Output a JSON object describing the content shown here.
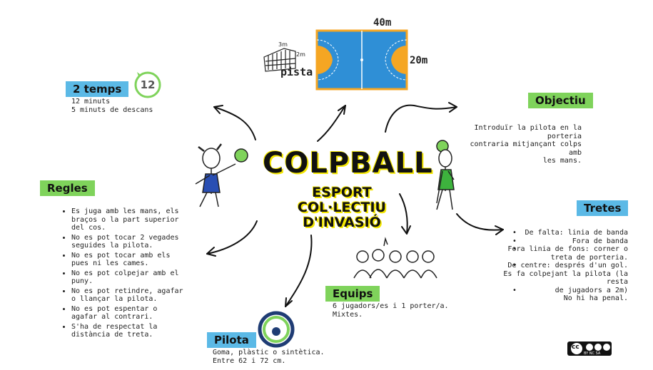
{
  "title": "COLPBALL",
  "subtitle_lines": [
    "ESPORT",
    "COL·LECTIU",
    "D'INVASIÓ"
  ],
  "court": {
    "length_label": "40m",
    "width_label": "20m",
    "pista_label": "pista",
    "goal_w": "3m",
    "goal_h": "2m"
  },
  "temps": {
    "label": "2 temps",
    "badge": "12",
    "lines": [
      "12 minuts",
      "5 minuts de descans"
    ]
  },
  "objectiu": {
    "label": "Objectiu",
    "lines": [
      "Introduïr la pilota en la porteria",
      "contraria mitjançant colps amb",
      "les mans."
    ]
  },
  "regles": {
    "label": "Regles",
    "items": [
      "Es juga amb les mans, els braços o la part superior del cos.",
      "No es pot tocar 2 vegades seguides la pilota.",
      "No es pot tocar amb els pues ni les cames.",
      "No es pot colpejar amb el puny.",
      "No es pot retindre, agafar o llançar la pilota.",
      "No es pot espentar o agafar al contrari.",
      "S'ha de respectat la distància de treta."
    ]
  },
  "tretes": {
    "label": "Tretes",
    "lines": [
      "De falta:  linia de banda",
      "Fora de banda",
      "Fora linia de fons: corner o",
      "treta de porteria.",
      "De centre: després d'un gol.",
      "Es fa colpejant la pilota (la resta",
      "de jugadors a 2m)",
      "No hi ha penal."
    ]
  },
  "equips": {
    "label": "Equips",
    "lines": [
      "6 jugadors/es i 1 porter/a.",
      "Mixtes."
    ]
  },
  "pilota": {
    "label": "Pilota",
    "lines": [
      "Goma, plàstic o sintètica.",
      "Entre 62 i 72 cm."
    ]
  },
  "license": {
    "text": "cc",
    "sub": "BY  NC  SA"
  },
  "colors": {
    "green": "#7fd35b",
    "blue": "#5bb9e6",
    "court_blue": "#2f8fd6",
    "court_orange": "#f5a623",
    "title_shadow": "#f3e600"
  }
}
